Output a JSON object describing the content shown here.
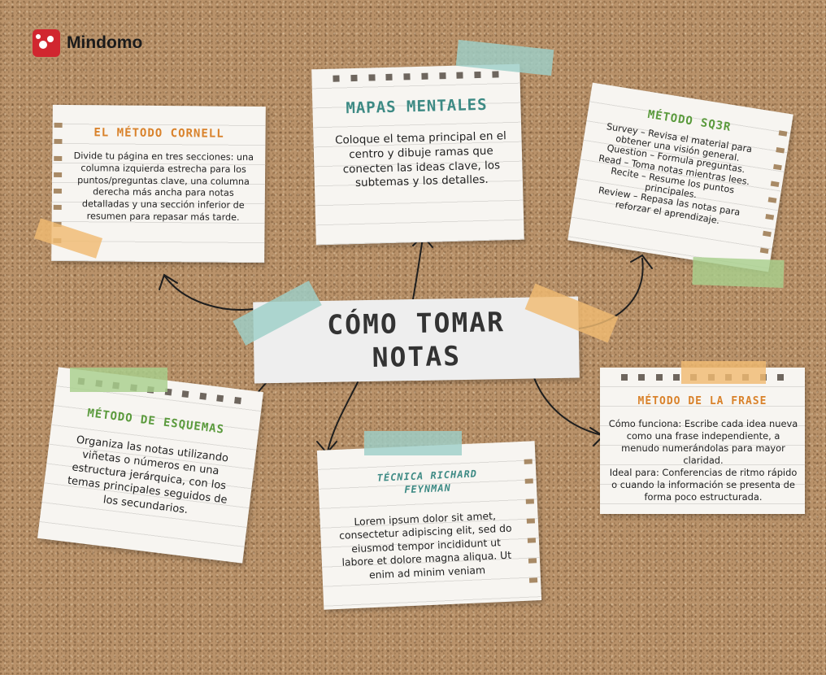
{
  "logo": {
    "name": "Mindomo"
  },
  "center": {
    "title": "CÓMO TOMAR NOTAS"
  },
  "colors": {
    "teal": "#3d8a84",
    "orange": "#d9822b",
    "green": "#5a9a3c",
    "paper": "#f7f5f1"
  },
  "notes": {
    "cornell": {
      "title": "EL MÉTODO CORNELL",
      "body": "Divide tu página en tres secciones: una columna izquierda estrecha para los puntos/preguntas clave, una columna derecha más ancha para notas detalladas y una sección inferior de resumen para repasar más tarde."
    },
    "mapas": {
      "title": "MAPAS MENTALES",
      "body": "Coloque el tema principal en el centro y dibuje ramas que conecten las ideas clave, los subtemas y los detalles."
    },
    "sq3r": {
      "title": "MÉTODO SQ3R",
      "lines": [
        "Survey – Revisa el material para obtener una visión general.",
        "Question – Formula preguntas.",
        "Read – Toma notas mientras lees.",
        "Recite – Resume los puntos principales.",
        "Review – Repasa las notas para reforzar el aprendizaje."
      ]
    },
    "esquemas": {
      "title": "MÉTODO DE ESQUEMAS",
      "body": "Organiza las notas utilizando viñetas o números en una estructura jerárquica, con los temas principales seguidos de los secundarios."
    },
    "feynman": {
      "title": "TÉCNICA RICHARD FEYNMAN",
      "body": "Lorem ipsum dolor sit amet, consectetur adipiscing elit, sed do eiusmod tempor incididunt ut labore et dolore magna aliqua. Ut enim ad minim veniam"
    },
    "frase": {
      "title": "MÉTODO DE LA FRASE",
      "body1": "Cómo funciona: Escribe cada idea nueva como una frase independiente, a menudo numerándolas para mayor claridad.",
      "body2": "Ideal para: Conferencias de ritmo rápido o cuando la información se presenta de forma poco estructurada."
    }
  }
}
